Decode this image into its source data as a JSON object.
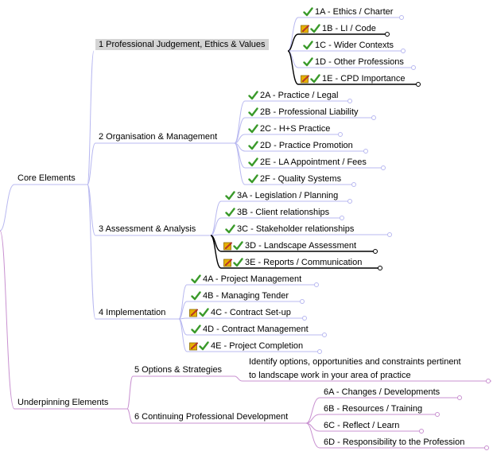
{
  "map": {
    "branches": [
      {
        "label": "Core Elements",
        "children": [
          {
            "label": "1 Professional Judgement, Ethics & Values",
            "selected": true,
            "children": [
              {
                "label": "1A - Ethics / Charter",
                "icons": [
                  "tick"
                ]
              },
              {
                "label": "1B - LI / Code",
                "icons": [
                  "pencil",
                  "tick"
                ]
              },
              {
                "label": "1C - Wider Contexts",
                "icons": [
                  "tick"
                ]
              },
              {
                "label": "1D - Other Professions",
                "icons": [
                  "tick"
                ]
              },
              {
                "label": "1E - CPD Importance",
                "icons": [
                  "pencil",
                  "tick"
                ]
              }
            ]
          },
          {
            "label": "2 Organisation & Management",
            "children": [
              {
                "label": "2A - Practice / Legal",
                "icons": [
                  "tick"
                ]
              },
              {
                "label": "2B - Professional Liability",
                "icons": [
                  "tick"
                ]
              },
              {
                "label": "2C - H+S Practice",
                "icons": [
                  "tick"
                ]
              },
              {
                "label": "2D - Practice Promotion",
                "icons": [
                  "tick"
                ]
              },
              {
                "label": "2E - LA Appointment / Fees",
                "icons": [
                  "tick"
                ]
              },
              {
                "label": "2F - Quality Systems",
                "icons": [
                  "tick"
                ]
              }
            ]
          },
          {
            "label": "3 Assessment & Analysis",
            "children": [
              {
                "label": "3A - Legislation / Planning",
                "icons": [
                  "tick"
                ]
              },
              {
                "label": "3B - Client relationships",
                "icons": [
                  "tick"
                ]
              },
              {
                "label": "3C - Stakeholder relationships",
                "icons": [
                  "tick"
                ]
              },
              {
                "label": "3D - Landscape Assessment",
                "icons": [
                  "pencil",
                  "tick"
                ]
              },
              {
                "label": "3E - Reports / Communication",
                "icons": [
                  "pencil",
                  "tick"
                ]
              }
            ]
          },
          {
            "label": "4 Implementation",
            "children": [
              {
                "label": "4A - Project Management",
                "icons": [
                  "tick"
                ]
              },
              {
                "label": "4B - Managing Tender",
                "icons": [
                  "tick"
                ]
              },
              {
                "label": "4C - Contract Set-up",
                "icons": [
                  "pencil",
                  "tick"
                ]
              },
              {
                "label": "4D - Contract Management",
                "icons": [
                  "tick"
                ]
              },
              {
                "label": "4E - Project Completion",
                "icons": [
                  "pencil",
                  "tick"
                ]
              }
            ]
          }
        ]
      },
      {
        "label": "Underpinning Elements",
        "children": [
          {
            "label": "5 Options & Strategies",
            "note": [
              "Identify options, opportunities and constraints pertinent",
              "to landscape work in your area of practice"
            ]
          },
          {
            "label": "6 Continuing Professional Development",
            "children": [
              {
                "label": "6A - Changes / Developments",
                "icons": []
              },
              {
                "label": "6B - Resources / Training",
                "icons": []
              },
              {
                "label": "6C  - Reflect / Learn",
                "icons": []
              },
              {
                "label": "6D  - Responsibility to the Profession",
                "icons": []
              }
            ]
          }
        ]
      }
    ]
  },
  "colors": {
    "line_core": "#b8b8f0",
    "line_underpinning": "#c890d0",
    "line_selected": "#000000",
    "tick": "#3a9a2a",
    "pencil": "#e8b000",
    "pencil_tip": "#d03030"
  }
}
